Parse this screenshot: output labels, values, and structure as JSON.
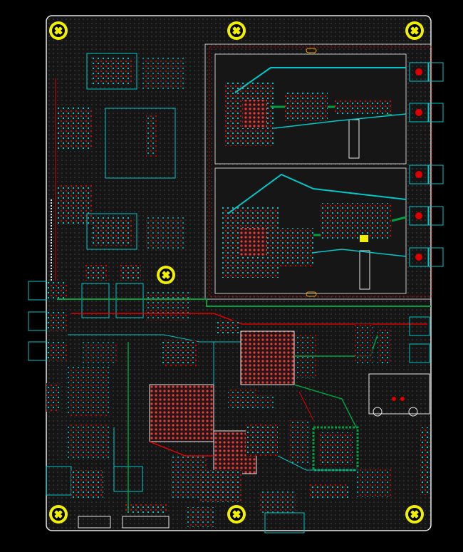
{
  "view": {
    "background": "#000000",
    "board_fill": "#141414",
    "board_outline": "#e8e8e8",
    "layer_colors": {
      "top_copper": "#e00000",
      "bottom_copper": "#00a040",
      "silkscreen": "#00c8c8",
      "mounting_holes": "#f0f000",
      "outline": "#e8e8e8",
      "keepout": "#c8c8c8"
    }
  },
  "mounting_holes": [
    "mount-hole-top-left",
    "mount-hole-top-center",
    "mount-hole-top-right",
    "mount-hole-mid-left",
    "mount-hole-bottom-left",
    "mount-hole-bottom-center",
    "mount-hole-bottom-right"
  ],
  "connectors": {
    "rf_right": 5,
    "left_header": 3
  }
}
